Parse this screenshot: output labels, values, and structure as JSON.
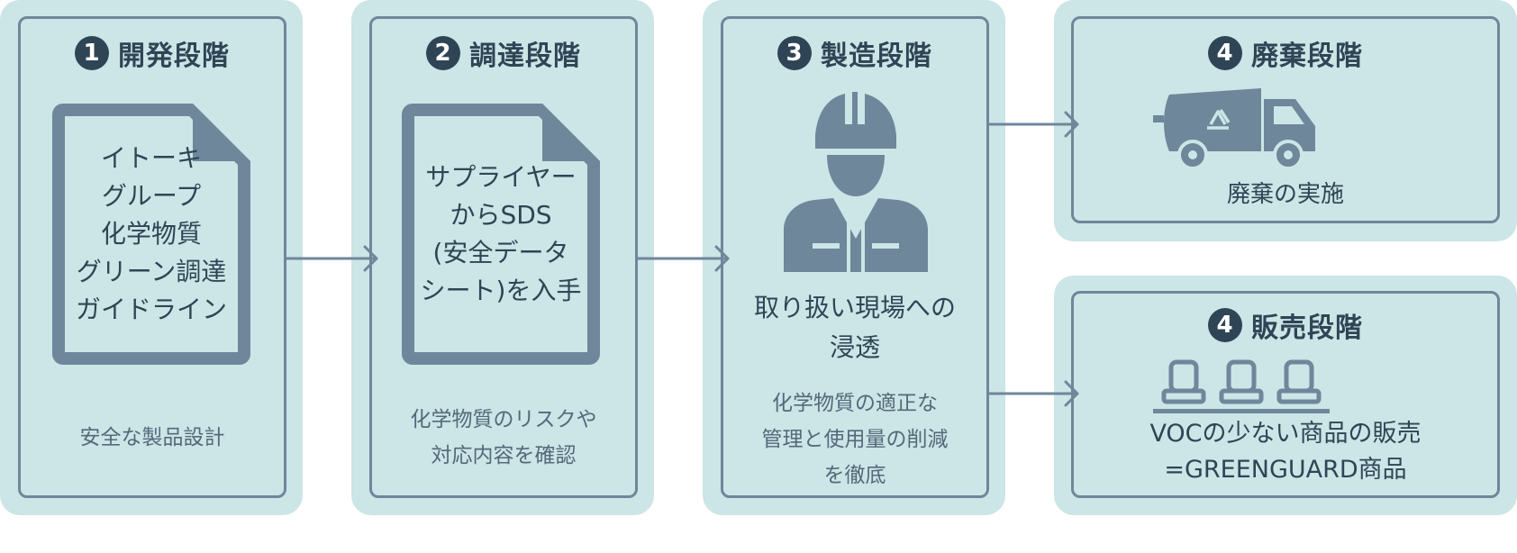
{
  "stages": [
    {
      "num": "1",
      "title": "開発段階",
      "doc_text": "イトーキ\nグループ\n化学物質\nグリーン調達\nガイドライン",
      "caption": "安全な製品設計"
    },
    {
      "num": "2",
      "title": "調達段階",
      "doc_text": "サプライヤー\nからSDS\n(安全データ\nシート)を入手",
      "caption": "化学物質のリスクや\n対応内容を確認"
    },
    {
      "num": "3",
      "title": "製造段階",
      "icon": "worker-icon",
      "main_caption": "取り扱い現場への\n浸透",
      "caption": "化学物質の適正な\n管理と使用量の削減\nを徹底"
    },
    {
      "num": "4",
      "title": "廃棄段階",
      "icon": "recycle-truck-icon",
      "caption": "廃棄の実施"
    },
    {
      "num": "4",
      "title": "販売段階",
      "icon": "chairs-icon",
      "caption": "VOCの少ない商品の販売\n=GREENGUARD商品"
    }
  ],
  "colors": {
    "panel": "#cce5e6",
    "stroke": "#6e879b",
    "dark": "#2f4556"
  }
}
